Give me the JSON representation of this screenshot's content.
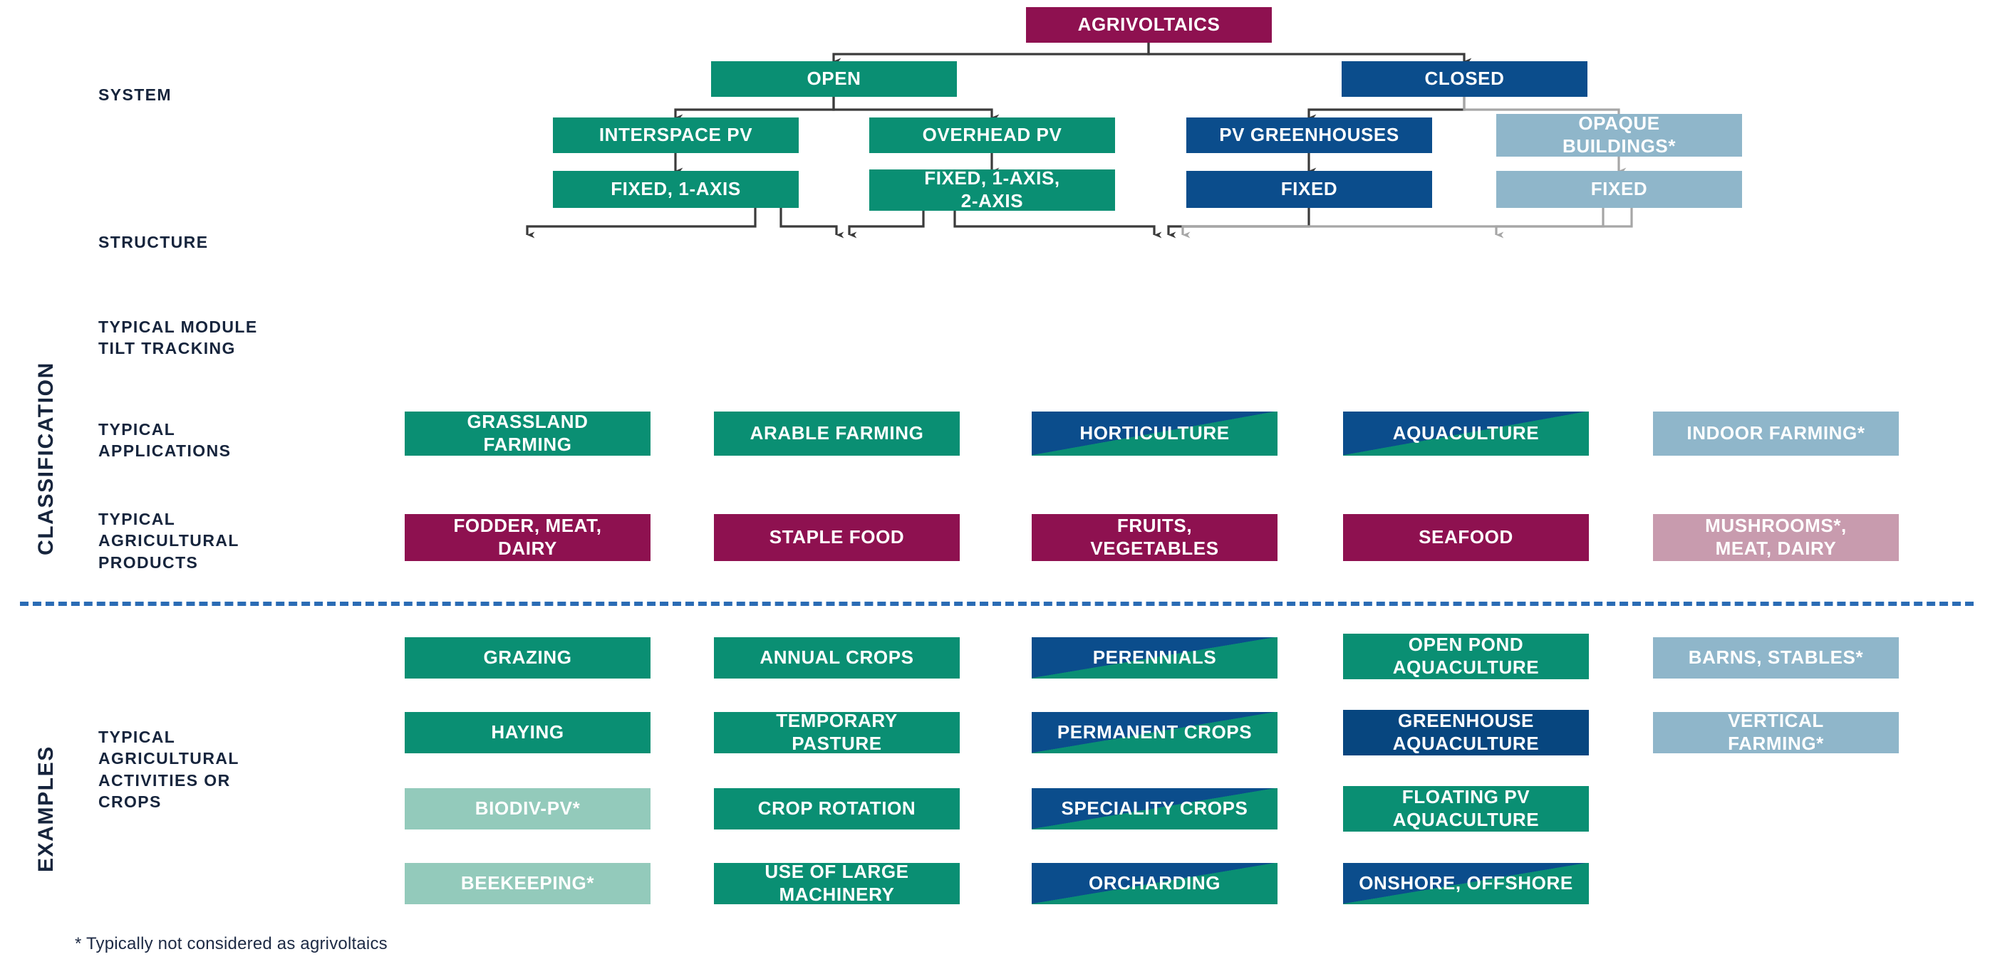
{
  "sections": [
    {
      "id": "classification",
      "label": "CLASSIFICATION"
    },
    {
      "id": "examples",
      "label": "EXAMPLES"
    }
  ],
  "row_labels": {
    "system": "SYSTEM",
    "structure": "STRUCTURE",
    "tilt_line1": "TYPICAL MODULE",
    "tilt_line2": "TILT TRACKING",
    "apps_line1": "TYPICAL",
    "apps_line2": "APPLICATIONS",
    "products_line1": "TYPICAL",
    "products_line2": "AGRICULTURAL",
    "products_line3": "PRODUCTS",
    "activities_line1": "TYPICAL",
    "activities_line2": "AGRICULTURAL",
    "activities_line3": "ACTIVITIES OR",
    "activities_line4": "CROPS"
  },
  "footnote": "* Typically not considered as agrivoltaics",
  "nodes": {
    "root": "AGRIVOLTAICS",
    "system": [
      "OPEN",
      "CLOSED"
    ],
    "structure": [
      "INTERSPACE PV",
      "OVERHEAD PV",
      "PV GREENHOUSES",
      "OPAQUE\nBUILDINGS*"
    ],
    "structure_opaque_l1": "OPAQUE",
    "structure_opaque_l2": "BUILDINGS*",
    "tilt": [
      "FIXED, 1-AXIS",
      "FIXED, 1-AXIS,\n2-AXIS",
      "FIXED",
      "FIXED"
    ],
    "tilt_overhead_l1": "FIXED, 1-AXIS,",
    "tilt_overhead_l2": "2-AXIS",
    "applications": [
      "GRASSLAND\nFARMING",
      "ARABLE FARMING",
      "HORTICULTURE",
      "AQUACULTURE",
      "INDOOR FARMING*"
    ],
    "apps_grassland_l1": "GRASSLAND",
    "apps_grassland_l2": "FARMING",
    "apps_arable": "ARABLE FARMING",
    "apps_horticulture": "HORTICULTURE",
    "apps_aquaculture": "AQUACULTURE",
    "apps_indoor": "INDOOR FARMING*",
    "products_fodder_l1": "FODDER, MEAT,",
    "products_fodder_l2": "DAIRY",
    "products_staple": "STAPLE FOOD",
    "products_fruits_l1": "FRUITS,",
    "products_fruits_l2": "VEGETABLES",
    "products_seafood": "SEAFOOD",
    "products_mushrooms_l1": "MUSHROOMS*,",
    "products_mushrooms_l2": "MEAT, DAIRY"
  },
  "examples": {
    "grassland": [
      "GRAZING",
      "HAYING",
      "BIODIV-PV*",
      "BEEKEEPING*"
    ],
    "arable_1": "ANNUAL CROPS",
    "arable_2_l1": "TEMPORARY",
    "arable_2_l2": "PASTURE",
    "arable_3": "CROP ROTATION",
    "arable_4_l1": "USE OF LARGE",
    "arable_4_l2": "MACHINERY",
    "horticulture": [
      "PERENNIALS",
      "PERMANENT CROPS",
      "SPECIALITY CROPS",
      "ORCHARDING"
    ],
    "aqua_1_l1": "OPEN POND",
    "aqua_1_l2": "AQUACULTURE",
    "aqua_2_l1": "GREENHOUSE",
    "aqua_2_l2": "AQUACULTURE",
    "aqua_3_l1": "FLOATING PV",
    "aqua_3_l2": "AQUACULTURE",
    "aqua_4": "ONSHORE, OFFSHORE",
    "indoor_1": "BARNS, STABLES*",
    "indoor_2_l1": "VERTICAL",
    "indoor_2_l2": "FARMING*"
  },
  "colors": {
    "green": "#0a8f73",
    "blue": "#0b4d8c",
    "magenta": "#8e1150",
    "light_blue": "#8fb6ca",
    "light_green": "#93cabb",
    "pink": "#c89bae",
    "divider": "#2b6cb5",
    "text_dark": "#16243c",
    "connector_dark": "#3b3b3b",
    "connector_light": "#a9a9a9"
  }
}
